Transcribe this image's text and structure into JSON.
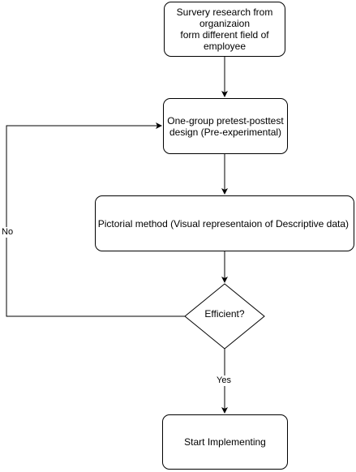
{
  "nodes": {
    "survey": {
      "lines": [
        "Survery research from",
        "organizaion",
        "form different field of",
        "employee"
      ]
    },
    "design": {
      "lines": [
        "One-group pretest-posttest",
        "design (Pre-experimental)"
      ]
    },
    "pictorial": {
      "label": "Pictorial method (Visual representaion of Descriptive data)"
    },
    "decision": {
      "label": "Efficient?"
    },
    "implement": {
      "label": "Start Implementing"
    }
  },
  "edges": {
    "no_label": "No",
    "yes_label": "Yes"
  },
  "colors": {
    "stroke": "#000000",
    "fill": "#ffffff"
  }
}
